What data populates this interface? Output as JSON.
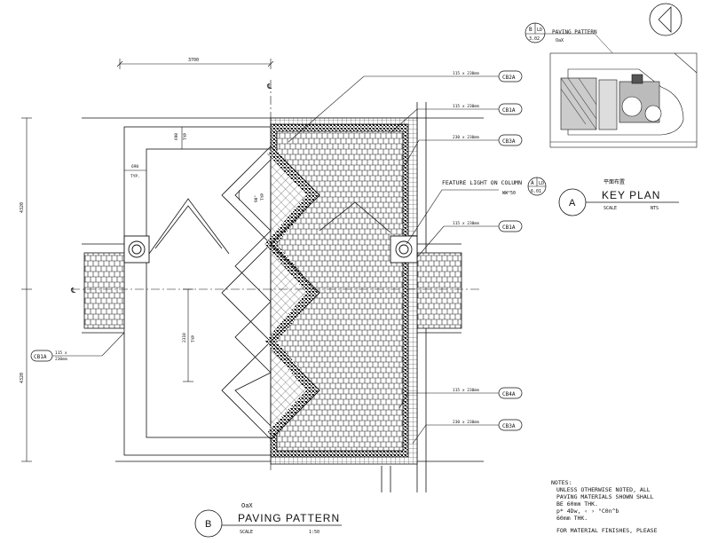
{
  "plan": {
    "title": "PAVING PATTERN",
    "title_prefix": "OaX",
    "ref_letter": "B",
    "scale_label": "SCALE",
    "scale_value": "1:50",
    "dim_top": "3700",
    "dim_left_upper": "4320",
    "dim_left_lower": "4320",
    "dim_690_vert": "690",
    "dim_690_vert_typ": "TYP",
    "dim_690_horiz": "690",
    "dim_690_horiz_typ": "TYP.",
    "angle_label": "90°",
    "angle_typ": "TYP",
    "dim_2310": "2310",
    "dim_2310_typ": "TYP",
    "cl_mark": "℄",
    "feature_light": "FEATURE LIGHT ON COLUMN",
    "feature_light_sub": "WW°50",
    "feature_ref_top": "A",
    "feature_ref_right": "LD",
    "feature_ref_bottom": "6.01",
    "callouts": [
      {
        "dim": "115 x 230mm",
        "code": "CB2A"
      },
      {
        "dim": "115 x 230mm",
        "code": "CB1A"
      },
      {
        "dim": "230 x 230mm",
        "code": "CB3A"
      },
      {
        "dim": "115 x 230mm",
        "code": "CB1A"
      },
      {
        "dim": "115 x 230mm",
        "code": "CB4A"
      },
      {
        "dim": "230 x 230mm",
        "code": "CB3A"
      }
    ],
    "left_callout": {
      "code": "CB1A",
      "dim_line1": "115 x",
      "dim_line2": "230mm"
    }
  },
  "keyplan": {
    "title": "KEY PLAN",
    "cn_title": "平面布置",
    "ref_letter": "A",
    "scale_label": "SCALE",
    "scale_value": "NTS",
    "inset_title": "PAVING PATTERN",
    "inset_sub": "OaX",
    "inset_ref_top": "B",
    "inset_ref_right": "LD",
    "inset_ref_bottom": "3.02"
  },
  "notes": {
    "header": "NOTES:",
    "lines": [
      "UNLESS OTHERWISE NOTED, ALL",
      "PAVING MATERIALS SHOWN SHALL",
      "BE 60mm THK.",
      "p* 4Dw, ‹ › °C0n^b",
      "60mm THK.",
      "",
      "FOR MATERIAL FINISHES, PLEASE"
    ]
  }
}
